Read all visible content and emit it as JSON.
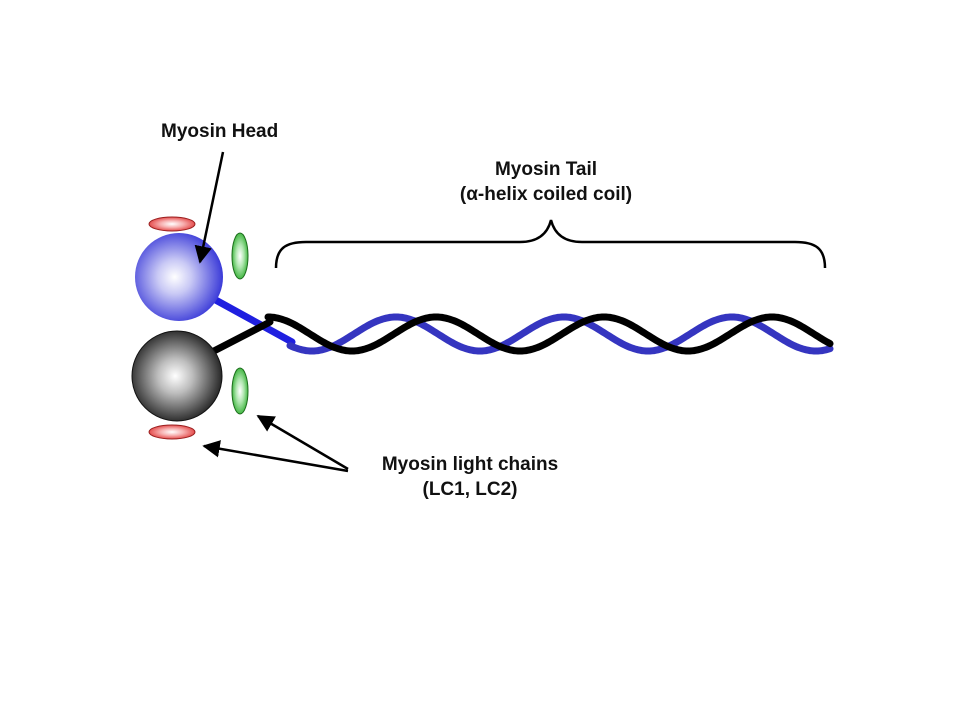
{
  "labels": {
    "head": "Myosin Head",
    "tail_title": "Myosin Tail",
    "tail_subtitle": "(α-helix coiled coil)",
    "light_chains_title": "Myosin light chains",
    "light_chains_subtitle": "(LC1, LC2)"
  },
  "colors": {
    "blue_strand": "#3535c0",
    "black_strand": "#000000",
    "blue_head_center": "#ffffff",
    "blue_head_edge": "#3a3ad8",
    "black_head_center": "#ffffff",
    "black_head_edge": "#2a2a2a",
    "light_chain_red": "#e03a3a",
    "light_chain_green": "#2fae2f"
  }
}
